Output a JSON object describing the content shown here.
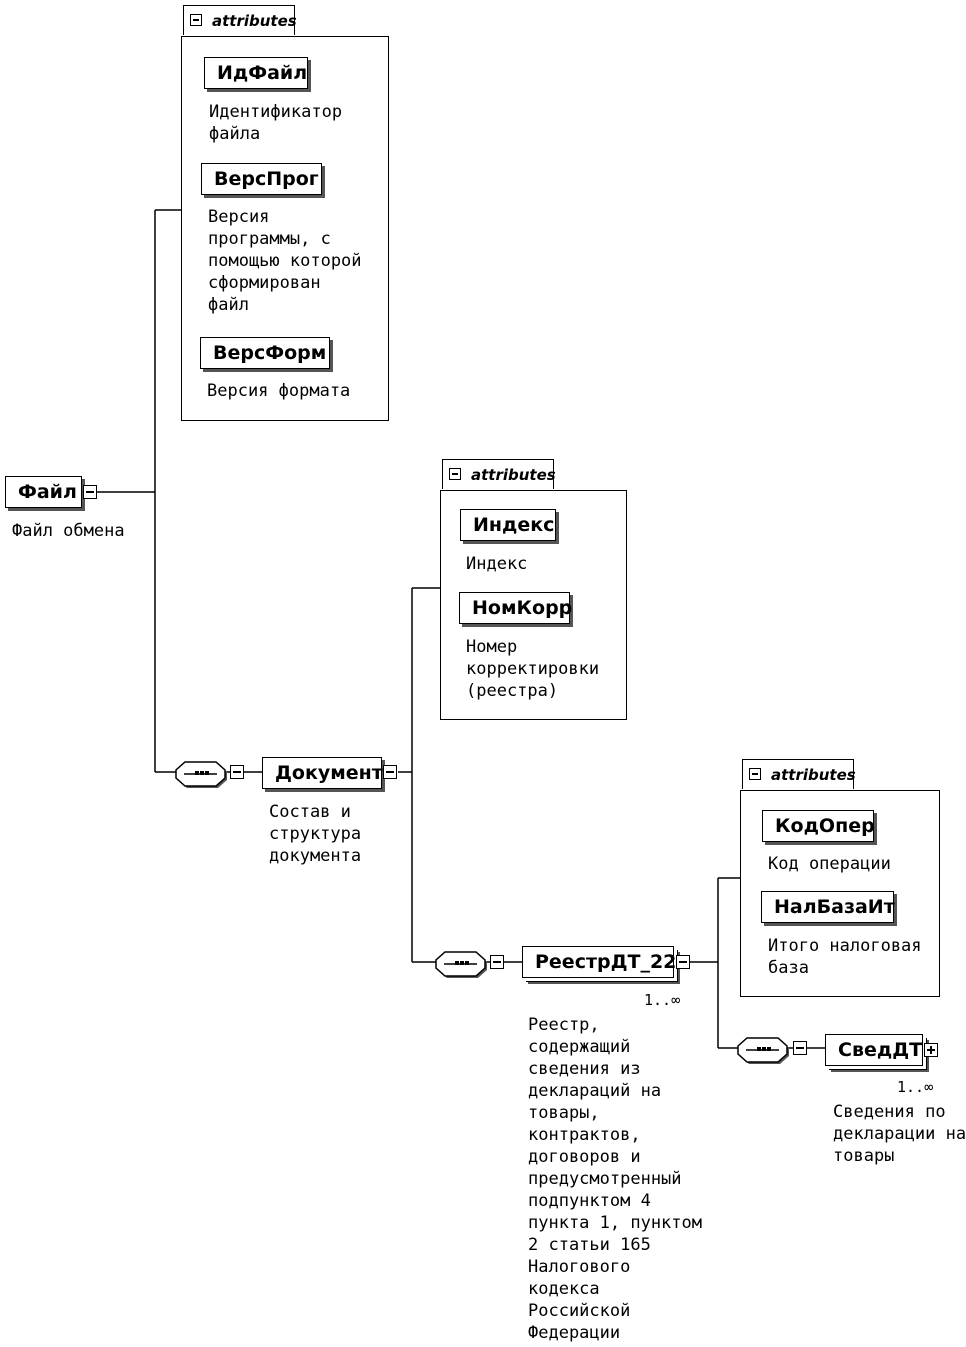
{
  "root": {
    "name": "Файл",
    "description": "Файл обмена"
  },
  "file_attributes": {
    "label": "attributes",
    "items": [
      {
        "name": "ИдФайл",
        "description": "Идентификатор\nфайла"
      },
      {
        "name": "ВерсПрог",
        "description": "Версия\nпрограммы, с\nпомощью которой\nсформирован\nфайл"
      },
      {
        "name": "ВерсФорм",
        "description": "Версия формата"
      }
    ]
  },
  "document": {
    "name": "Документ",
    "description": "Состав и\nструктура\nдокумента"
  },
  "document_attributes": {
    "label": "attributes",
    "items": [
      {
        "name": "Индекс",
        "description": "Индекс"
      },
      {
        "name": "НомКорр",
        "description": "Номер\nкорректировки\n(реестра)"
      }
    ]
  },
  "registry": {
    "name": "РеестрДТ_22",
    "cardinality": "1..∞",
    "description": "Реестр,\nсодержащий\nсведения из\nдеклараций на\nтовары,\nконтрактов,\nдоговоров и\nпредусмотренный\nподпунктом 4\nпункта 1, пунктом\n2 статьи 165\nНалогового\nкодекса\nРоссийской\nФедерации"
  },
  "registry_attributes": {
    "label": "attributes",
    "items": [
      {
        "name": "КодОпер",
        "description": "Код операции"
      },
      {
        "name": "НалБазаИт",
        "description": "Итого налоговая\nбаза"
      }
    ]
  },
  "sved": {
    "name": "СведДТ",
    "cardinality": "1..∞",
    "description": "Сведения по\nдекларации на\nтовары"
  }
}
